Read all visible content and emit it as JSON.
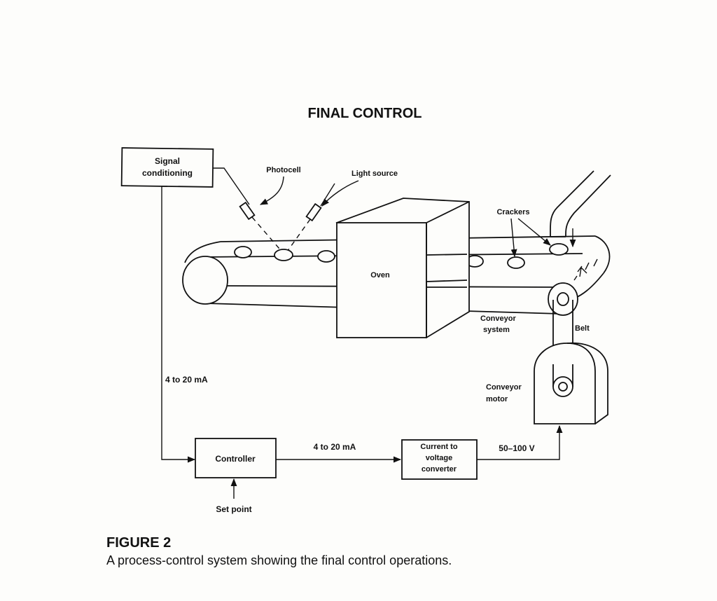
{
  "diagram": {
    "title": "FINAL CONTROL",
    "labels": {
      "signal_conditioning_line1": "Signal",
      "signal_conditioning_line2": "conditioning",
      "photocell": "Photocell",
      "light_source": "Light source",
      "crackers": "Crackers",
      "oven": "Oven",
      "conveyor_system_line1": "Conveyor",
      "conveyor_system_line2": "system",
      "belt": "Belt",
      "conveyor_motor_line1": "Conveyor",
      "conveyor_motor_line2": "motor",
      "signal_current_left": "4 to 20 mA",
      "controller": "Controller",
      "signal_current_mid": "4 to 20 mA",
      "converter_line1": "Current to",
      "converter_line2": "voltage",
      "converter_line3": "converter",
      "voltage": "50–100 V",
      "set_point": "Set point"
    }
  },
  "caption": {
    "figure_label": "FIGURE 2",
    "text": "A process-control system showing the final control operations."
  }
}
